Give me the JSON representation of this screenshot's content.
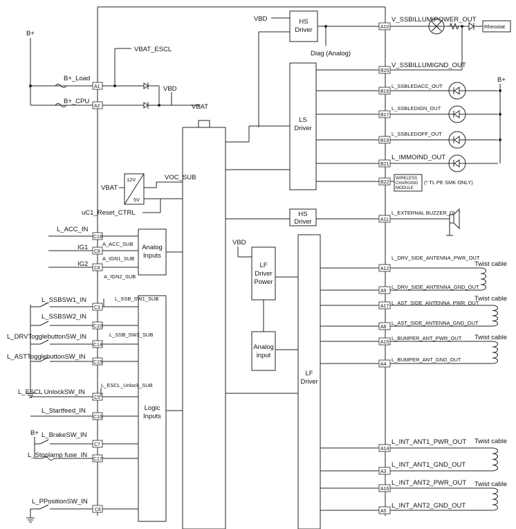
{
  "blocks": {
    "hs_driver_top": [
      "HS",
      "Driver"
    ],
    "ls_driver": [
      "LS",
      "Driver"
    ],
    "hs_driver_mid": [
      "HS",
      "Driver"
    ],
    "analog_inputs": [
      "Analog",
      "Inputs"
    ],
    "lf_driver_power": [
      "LF",
      "Driver",
      "Power"
    ],
    "analog_input": [
      "Analog",
      "input"
    ],
    "lf_driver": [
      "LF",
      "Driver"
    ],
    "logic_inputs": [
      "Logic",
      "Inputs"
    ],
    "regulator": [
      "12V",
      "5V"
    ],
    "rheostat": "Rheostat",
    "wireless_module": [
      "WIRELESS",
      "CHARGING",
      "MODULE"
    ]
  },
  "power_labels": {
    "b_plus_left": "B+",
    "b_plus_right": "B+",
    "b_plus_brake": "B+",
    "vbat_escl": "VBAT_ESCL",
    "b_plus_load": "B+_Load",
    "b_plus_cpu": "B+_CPU",
    "vbd_mid": "VBD",
    "vbat_bus": "VBAT",
    "vbd_top": "VBD",
    "vbd_lf": "VBD",
    "diag": "Diag (Analog)",
    "vbat_reg": "VBAT",
    "voc_sub": "VOC_SUB",
    "uc1_reset": "uC1_Reset_CTRL"
  },
  "left_pins": [
    {
      "pin": "A1",
      "signal": ""
    },
    {
      "pin": "A2",
      "signal": ""
    },
    {
      "pin": "C18",
      "signal": "L_ACC_IN",
      "sub": "A_ACC_SUB"
    },
    {
      "pin": "C8",
      "signal": "IG1",
      "sub": "A_IGN1_SUB"
    },
    {
      "pin": "C8",
      "signal": "IG2",
      "sub": "A_IGN2_SUB"
    },
    {
      "pin": "C3",
      "signal": "L_SSBSW1_IN",
      "sub": "L_SSB_SW1_SUB"
    },
    {
      "pin": "C10",
      "signal": "L_SSBSW2_IN",
      "sub": "L_SSB_SW2_SUB"
    },
    {
      "pin": "C14",
      "signal": "L_DRVTogglebuttonSW_IN"
    },
    {
      "pin": "C15",
      "signal": "L_ASTTogglebuttonSW_IN"
    },
    {
      "pin": "C5",
      "signal": "L_ESCL UnlockSW_IN",
      "sub": "L_ESCL_Unlock_SUB"
    },
    {
      "pin": "C16",
      "signal": "L_Startfeed_IN"
    },
    {
      "pin": "C7",
      "signal": "L_BrakeSW_IN"
    },
    {
      "pin": "C17",
      "signal": "L_Stoplamp fuse_IN"
    },
    {
      "pin": "C6",
      "signal": "L_PPositionSW_IN"
    }
  ],
  "right_pins": [
    {
      "pin": "A10",
      "signal": "V_SSBILLUMIPOWER_OUT"
    },
    {
      "pin": "B20",
      "signal": "V_SSBILLUMIGND_OUT"
    },
    {
      "pin": "B16",
      "signal": "L_SSBLEDACC_OUT"
    },
    {
      "pin": "B17",
      "signal": "L_SSBLEDIGN_OUT"
    },
    {
      "pin": "B19",
      "signal": "L_SSBLEDOFF_OUT"
    },
    {
      "pin": "B21",
      "signal": "L_IMMOIND_OUT"
    },
    {
      "pin": "B22",
      "signal": "(* TL PE SMK ONLY)"
    },
    {
      "pin": "A11",
      "signal": "L_EXTERNAL BUZZER_OUT"
    },
    {
      "pin": "A12",
      "signal": "L_DRV_SIDE_ANTENNA_PWR_OUT"
    },
    {
      "pin": "A9",
      "signal": "L_DRV_SIDE_ANTENNA_GND_OUT"
    },
    {
      "pin": "A17",
      "signal": "L_AST_SIDE_ANTENNA_PWR_OUT"
    },
    {
      "pin": "A8",
      "signal": "L_AST_SIDE_ANTENNA_GND_OUT"
    },
    {
      "pin": "A15",
      "signal": "L_BUMPER_ANT_PWR_OUT"
    },
    {
      "pin": "A4",
      "signal": "L_BUMPER_ANT_GND_OUT"
    },
    {
      "pin": "A14",
      "signal": "L_INT_ANT1_PWR_OUT"
    },
    {
      "pin": "A3",
      "signal": "L_INT_ANT1_GND_OUT"
    },
    {
      "pin": "A16",
      "signal": "L_INT_ANT2_PWR_OUT"
    },
    {
      "pin": "A5",
      "signal": "L_INT_ANT2_GND_OUT"
    }
  ],
  "twist_cable_label": "Twist cable"
}
